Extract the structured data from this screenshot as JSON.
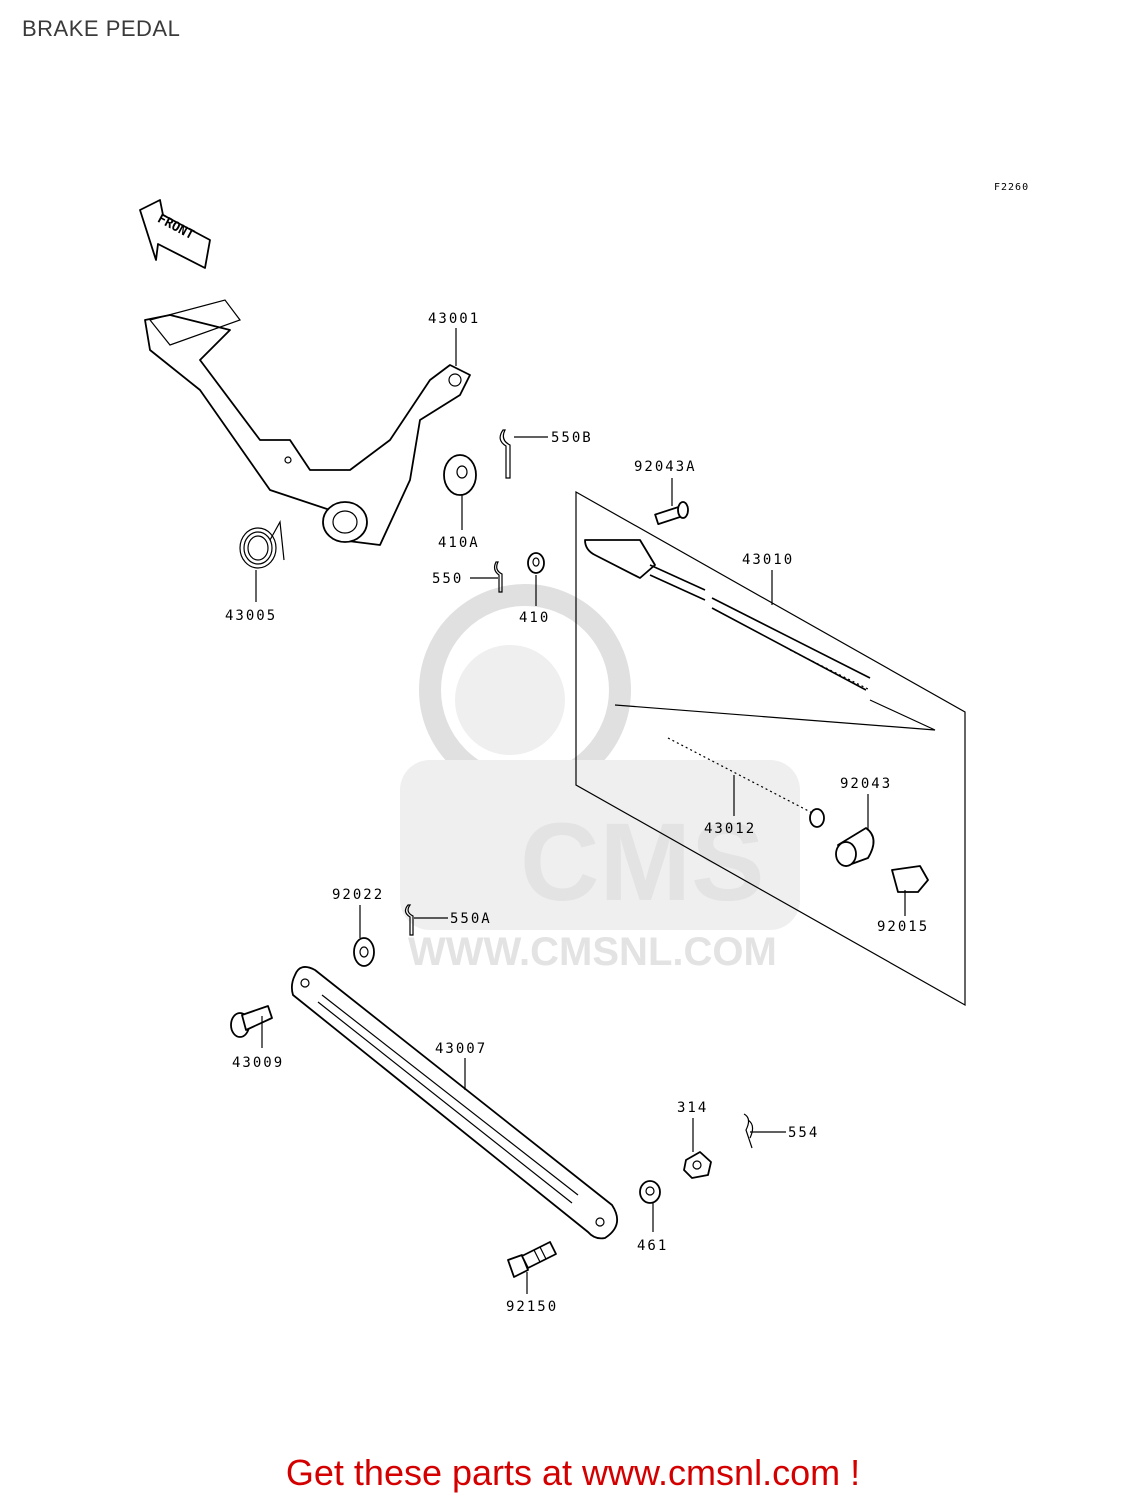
{
  "title": "BRAKE PEDAL",
  "diagram_ref": "F2260",
  "front_arrow_label": "FRONT",
  "watermark": {
    "brand": "CMS",
    "url": "WWW.CMSNL.COM"
  },
  "parts": [
    {
      "id": "p43001",
      "label": "43001"
    },
    {
      "id": "p550B",
      "label": "550B"
    },
    {
      "id": "p92043A",
      "label": "92043A"
    },
    {
      "id": "p410A",
      "label": "410A"
    },
    {
      "id": "p43010",
      "label": "43010"
    },
    {
      "id": "p550",
      "label": "550"
    },
    {
      "id": "p410",
      "label": "410"
    },
    {
      "id": "p43005",
      "label": "43005"
    },
    {
      "id": "p92043",
      "label": "92043"
    },
    {
      "id": "p43012",
      "label": "43012"
    },
    {
      "id": "p92015",
      "label": "92015"
    },
    {
      "id": "p92022",
      "label": "92022"
    },
    {
      "id": "p550A",
      "label": "550A"
    },
    {
      "id": "p43007",
      "label": "43007"
    },
    {
      "id": "p43009",
      "label": "43009"
    },
    {
      "id": "p314",
      "label": "314"
    },
    {
      "id": "p554",
      "label": "554"
    },
    {
      "id": "p461",
      "label": "461"
    },
    {
      "id": "p92150",
      "label": "92150"
    }
  ],
  "footer": "Get these parts at www.cmsnl.com !",
  "colors": {
    "footer": "#d40000",
    "watermark": "#e6e6e6"
  }
}
